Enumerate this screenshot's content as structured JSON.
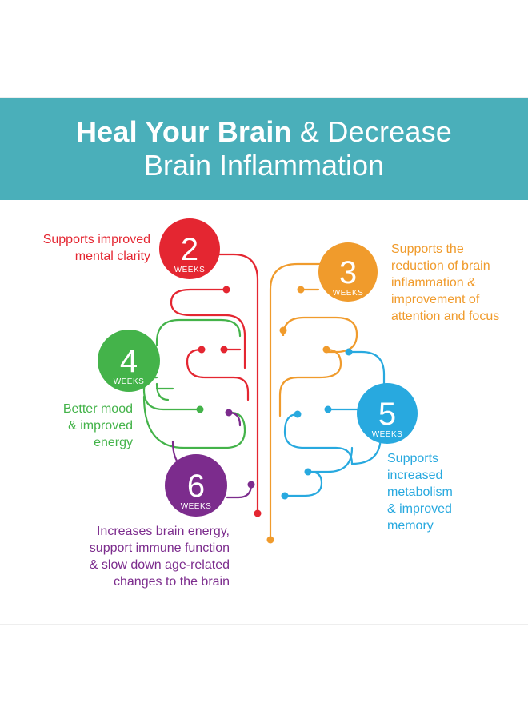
{
  "colors": {
    "teal": "#4AAFBA",
    "red": "#E42631",
    "orange": "#F09B2C",
    "green": "#44B34A",
    "blue": "#28A9DF",
    "purple": "#7C2C8D"
  },
  "header": {
    "title_bold": "Heal Your Brain",
    "title_rest": " & Decrease",
    "title_line2": "Brain Inflammation"
  },
  "milestones": [
    {
      "id": "red",
      "number": "2",
      "unit": "WEEKS",
      "caption": [
        "Supports improved",
        "mental clarity"
      ]
    },
    {
      "id": "orange",
      "number": "3",
      "unit": "WEEKS",
      "caption": [
        "Supports the",
        "reduction of brain",
        "inflammation &",
        "improvement of",
        "attention and focus"
      ]
    },
    {
      "id": "green",
      "number": "4",
      "unit": "WEEKS",
      "caption": [
        "Better mood",
        "& improved",
        "energy"
      ]
    },
    {
      "id": "blue",
      "number": "5",
      "unit": "WEEKS",
      "caption": [
        "Supports",
        "increased",
        "metabolism",
        "& improved",
        "memory"
      ]
    },
    {
      "id": "purple",
      "number": "6",
      "unit": "WEEKS",
      "caption": [
        "Increases brain energy,",
        "support immune function",
        "& slow down age-related",
        "changes to the brain"
      ]
    }
  ]
}
